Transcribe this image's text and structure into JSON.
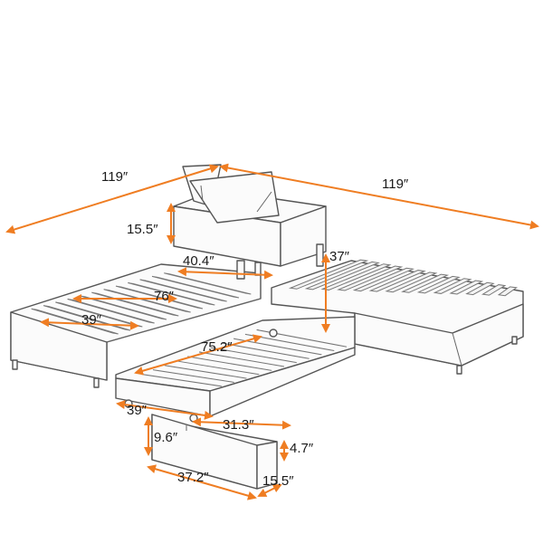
{
  "diagram": {
    "accent_color": "#ef7d22",
    "line_color": "#555555",
    "labels": {
      "left_length": "119″",
      "right_length": "119″",
      "storage_height": "15.5″",
      "storage_width": "40.4″",
      "overall_height": "37″",
      "left_bed_length": "76″",
      "left_bed_width": "39″",
      "trundle_length": "75.2″",
      "trundle_width": "39″",
      "drawer_width_top": "31.3″",
      "drawer_height": "9.6″",
      "drawer_small_height": "4.7″",
      "drawer_length": "37.2″",
      "drawer_depth": "15.5″"
    }
  }
}
